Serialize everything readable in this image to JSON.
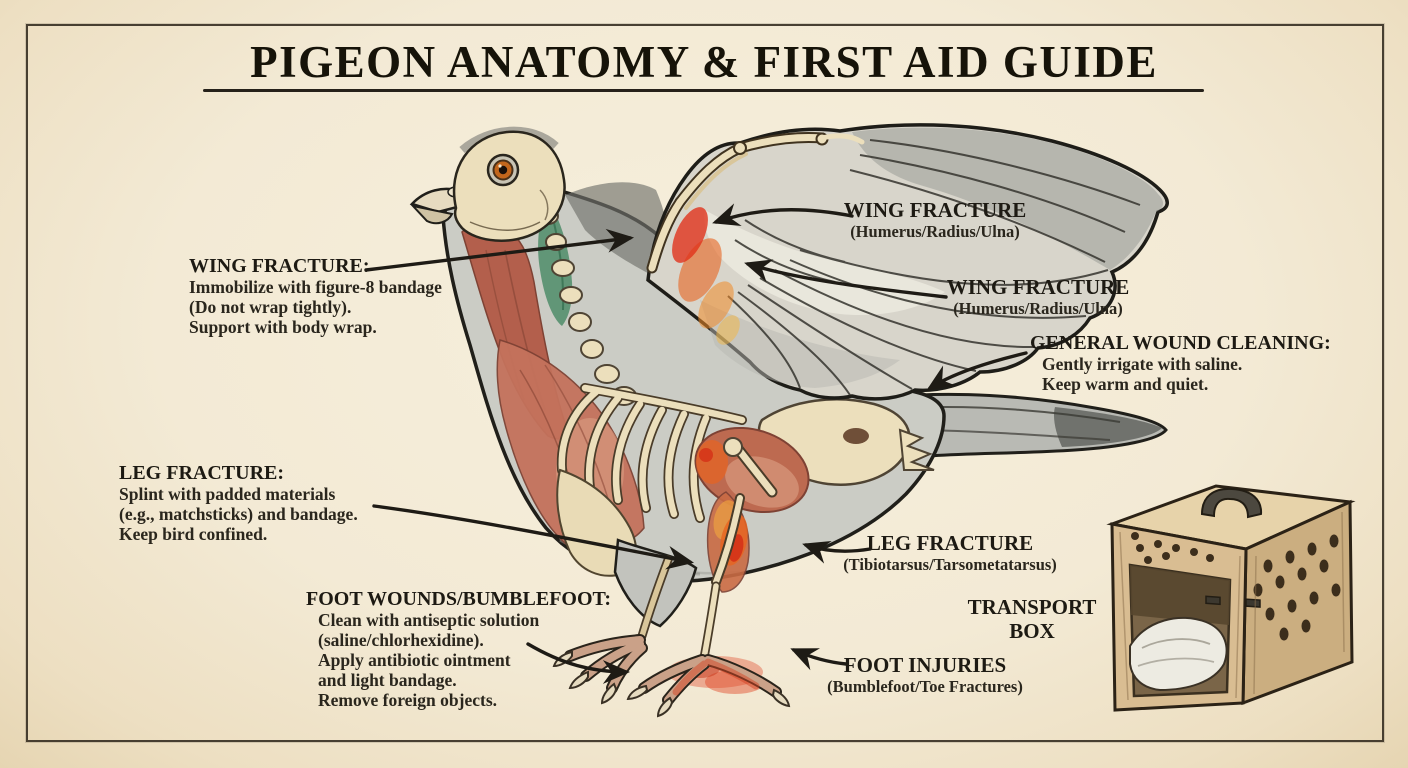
{
  "poster": {
    "title": "PIGEON ANATOMY & FIRST AID GUIDE",
    "treatments": {
      "wing": {
        "heading": "WING FRACTURE:",
        "lines": [
          "Immobilize with figure-8 bandage",
          "(Do not wrap tightly).",
          "Support with body wrap."
        ]
      },
      "leg": {
        "heading": "LEG FRACTURE:",
        "lines": [
          "Splint with padded materials",
          "(e.g., matchsticks) and bandage.",
          "Keep bird confined."
        ]
      },
      "foot": {
        "heading": "FOOT WOUNDS/BUMBLEFOOT:",
        "lines": [
          "Clean with antiseptic solution",
          "(saline/chlorhexidine).",
          "Apply antibiotic ointment",
          "and light bandage.",
          "Remove foreign objects."
        ]
      },
      "wound": {
        "heading": "GENERAL WOUND CLEANING:",
        "lines": [
          "Gently irrigate with saline.",
          "Keep warm and quiet."
        ]
      }
    },
    "pointers": {
      "wing_a": {
        "title": "WING FRACTURE",
        "detail": "(Humerus/Radius/Ulna)"
      },
      "wing_b": {
        "title": "WING FRACTURE",
        "detail": "(Humerus/Radius/Ulna)"
      },
      "leg": {
        "title": "LEG FRACTURE",
        "detail": "(Tibiotarsus/Tarsometatarsus)"
      },
      "foot": {
        "title": "FOOT INJURIES",
        "detail": "(Bumblefoot/Toe Fractures)"
      }
    },
    "transport_box": {
      "line1": "TRANSPORT",
      "line2": "BOX"
    },
    "icons": {
      "pigeon": "pigeon-anatomy-illustration",
      "transport_box": "transport-box-illustration",
      "arrows": "pointer-arrow"
    },
    "colors": {
      "parchment": "#f3ead5",
      "ink": "#211e18",
      "fracture_red": "#d93418",
      "fracture_orange": "#ec7a22",
      "bone": "#ecdfbc",
      "muscle": "#b3604c",
      "body_gray": "#c9cac3",
      "green_sheen": "#4f8c69"
    }
  }
}
